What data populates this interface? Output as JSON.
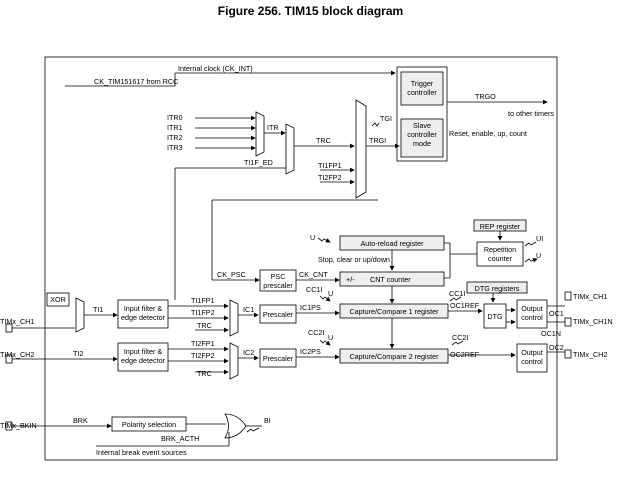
{
  "figure": {
    "title": "Figure 256. TIM15 block diagram"
  },
  "blocks": {
    "trigger_controller": "Trigger controller",
    "slave_controller_mode": "Slave controller mode",
    "rep_register": "REP register",
    "repetition_counter": "Repetition counter",
    "auto_reload_register": "Auto-reload register",
    "psc_prescaler": "PSC prescaler",
    "cnt_counter": "CNT counter",
    "plus_minus": "+/-",
    "dtg_registers": "DTG registers",
    "capture_compare_1": "Capture/Compare 1 register",
    "capture_compare_2": "Capture/Compare 2 register",
    "input_filter_1": "Input filter & edge detector",
    "input_filter_2": "Input filter & edge detector",
    "prescaler_1": "Prescaler",
    "prescaler_2": "Prescaler",
    "dtg": "DTG",
    "output_control_1": "Output control",
    "output_control_2": "Output control",
    "polarity_selection": "Polarity selection",
    "xor": "XOR"
  },
  "signals": {
    "internal_clock": "Internal clock (CK_INT)",
    "ck_from_rcc": "CK_TIM151617 from RCC",
    "itr0": "ITR0",
    "itr1": "ITR1",
    "itr2": "ITR2",
    "itr3": "ITR3",
    "itr": "ITR",
    "trc": "TRC",
    "tgi": "TGI",
    "trgi": "TRGI",
    "ti1f_ed": "TI1F_ED",
    "ti1fp1_trig": "TI1FP1",
    "ti2fp2_trig": "TI2FP2",
    "trgo": "TRGO",
    "to_other_timers": "to other timers",
    "reset_enable": "Reset, enable, up, count",
    "stop_clear": "Stop, clear or up/down",
    "u_auto": "U",
    "ui": "UI",
    "u_rep": "U",
    "ck_psc": "CK_PSC",
    "ck_cnt": "CK_CNT",
    "cc1i_top": "CC1I",
    "u_cc1": "U",
    "cc1i": "CC1I",
    "oc1ref": "OC1REF",
    "cc2i_top": "CC2I",
    "u_cc2": "U",
    "cc2i": "CC2I",
    "oc2ref": "OC2REF",
    "ti1": "TI1",
    "ti2": "TI2",
    "ti1fp1": "TI1FP1",
    "ti1fp2": "TI1FP2",
    "trc1": "TRC",
    "ti2fp1": "TI2FP1",
    "ti2fp2": "TI2FP2",
    "trc2": "TRC",
    "ic1": "IC1",
    "ic2": "IC2",
    "ic1ps": "IC1PS",
    "ic2ps": "IC2PS",
    "oc1": "OC1",
    "oc1n": "OC1N",
    "oc2": "OC2",
    "brk": "BRK",
    "bi": "BI",
    "brk_acth": "BRK_ACTH",
    "internal_break": "Internal break event sources"
  },
  "pins": {
    "timx_ch1_in": "TIMx_CH1",
    "timx_ch2_in": "TIMx_CH2",
    "timx_bkin": "TIMx_BKIN",
    "timx_ch1_out": "TIMx_CH1",
    "timx_ch1n_out": "TIMx_CH1N",
    "timx_ch2_out": "TIMx_CH2"
  }
}
